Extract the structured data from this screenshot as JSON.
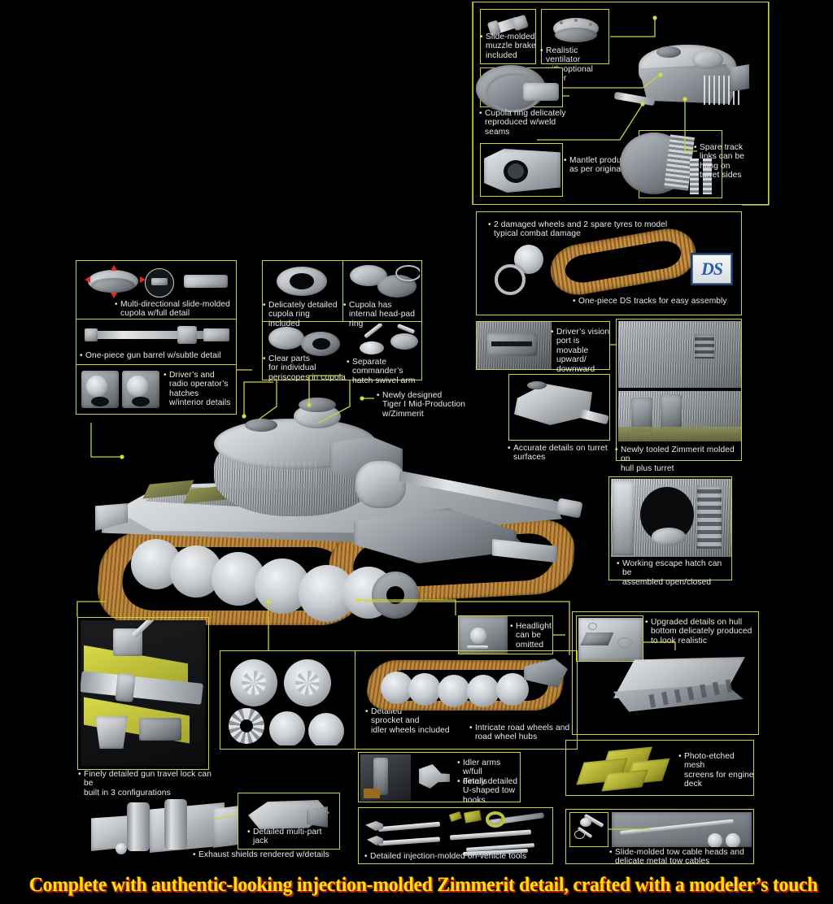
{
  "meta": {
    "background_color": "#000000",
    "accent_color": "#cfd13a",
    "caption_text_color": "#e9e9e9",
    "slogan_color": "#f2e800",
    "slogan_shadow_color": "#b81b12",
    "track_color": "#a9742f",
    "photo_etched_color": "#c9c73f"
  },
  "slogan": "Complete with authentic-looking injection-molded Zimmerit detail, crafted with a modeler’s touch",
  "ds_logo": {
    "text": "DS",
    "color": "#2a5ea8"
  },
  "main_subject": {
    "label": "Newly designed\nTiger I Mid-Production\nw/Zimmerit"
  },
  "callouts": {
    "muzzle_brake": "Slide-molded\nmuzzle brake\nincluded",
    "ventilator": "Realistic ventilator\nwith optional cover",
    "cupola_ring_weld": "Cupola ring delicately\nreproduced w/weld\nseams",
    "mantlet": "Mantlet produced\nas per original",
    "spare_track_links": "Spare track\nlinks can be\nhung on\nturret sides",
    "damaged_wheels": "2 damaged wheels and 2 spare tyres to model\ntypical combat damage",
    "ds_tracks": "One-piece DS tracks for easy assembly",
    "drivers_vision": "Driver’s vision\nport is movable\nupward/\ndownward",
    "turret_surfaces": "Accurate details on turret\nsurfaces",
    "zimmerit_tooled": "Newly tooled Zimmerit molded on\nhull plus turret",
    "escape_hatch": "Working escape hatch can be\nassembled open/closed",
    "cupola_slide": "Multi-directional slide-molded\ncupola w/full detail",
    "gun_barrel": "One-piece gun barrel w/subtle detail",
    "driver_hatches": "Driver’s and\nradio operator’s\nhatches\nw/interior details",
    "cupola_ring_incl": "Delicately detailed\ncupola ring included",
    "head_pad_ring": "Cupola has\ninternal head-pad ring",
    "clear_periscopes": "Clear parts\nfor individual\nperiscopes in cupola",
    "swivel_arm": "Separate commander’s\nhatch swivel arm",
    "headlight": "Headlight\ncan be\nomitted",
    "hull_bottom": "Upgraded details on hull\nbottom delicately produced\nto look realistic",
    "sprocket_idler": "Detailed\nsprocket and\nidler wheels included",
    "road_wheels": "Intricate road wheels and\nroad wheel hubs",
    "gun_travel_lock": "Finely detailed gun travel lock can be\nbuilt in 3 configurations",
    "jack": "Detailed multi-part\njack",
    "exhaust_shields": "Exhaust shields rendered w/details",
    "idler_arms": "Idler arms w/full\ndetails",
    "tow_hooks": "Finely detailed\nU-shaped tow\nhooks",
    "on_vehicle_tools": "Detailed injection-molded on-vehicle tools",
    "pe_mesh": "Photo-etched mesh\nscreens for engine\ndeck",
    "tow_cables": "Slide-molded tow cable heads and\ndelicate metal tow cables"
  }
}
